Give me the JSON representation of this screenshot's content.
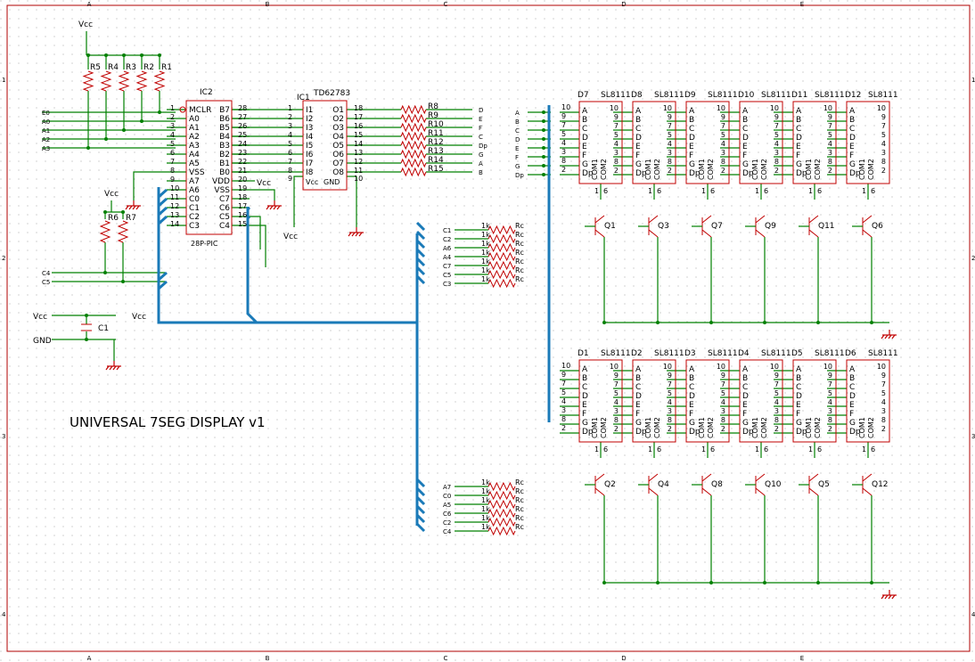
{
  "diagram": {
    "title": "UNIVERSAL 7SEG DISPLAY v1",
    "frame": {
      "cols": [
        "A",
        "B",
        "C",
        "D",
        "E"
      ],
      "rows": [
        "1",
        "2",
        "3",
        "4"
      ]
    },
    "power_labels": {
      "vcc": "Vcc",
      "gnd": "GND"
    },
    "resistors_top": [
      "R5",
      "R4",
      "R3",
      "R2",
      "R1"
    ],
    "left_inputs": [
      "E0",
      "A0",
      "A1",
      "A2",
      "A3"
    ],
    "pic": {
      "ref": "IC2",
      "type": "28P-PIC",
      "left_pins": [
        {
          "name": "MCLR",
          "num": "1"
        },
        {
          "name": "A0",
          "num": "2"
        },
        {
          "name": "A1",
          "num": "3"
        },
        {
          "name": "A2",
          "num": "4"
        },
        {
          "name": "A3",
          "num": "5"
        },
        {
          "name": "A4",
          "num": "6"
        },
        {
          "name": "A5",
          "num": "7"
        },
        {
          "name": "VSS",
          "num": "8"
        },
        {
          "name": "A7",
          "num": "9"
        },
        {
          "name": "A6",
          "num": "10"
        },
        {
          "name": "C0",
          "num": "11"
        },
        {
          "name": "C1",
          "num": "12"
        },
        {
          "name": "C2",
          "num": "13"
        },
        {
          "name": "C3",
          "num": "14"
        }
      ],
      "right_pins": [
        {
          "name": "B7",
          "num": "28"
        },
        {
          "name": "B6",
          "num": "27"
        },
        {
          "name": "B5",
          "num": "26"
        },
        {
          "name": "B4",
          "num": "25"
        },
        {
          "name": "B3",
          "num": "24"
        },
        {
          "name": "B2",
          "num": "23"
        },
        {
          "name": "B1",
          "num": "22"
        },
        {
          "name": "B0",
          "num": "21"
        },
        {
          "name": "VDD",
          "num": "20"
        },
        {
          "name": "VSS",
          "num": "19"
        },
        {
          "name": "C7",
          "num": "18"
        },
        {
          "name": "C6",
          "num": "17"
        },
        {
          "name": "C5",
          "num": "16"
        },
        {
          "name": "C4",
          "num": "15"
        }
      ]
    },
    "driver": {
      "ref": "IC1",
      "type": "TD62783",
      "in_pins": [
        {
          "name": "I1",
          "num": "1"
        },
        {
          "name": "I2",
          "num": "2"
        },
        {
          "name": "I3",
          "num": "3"
        },
        {
          "name": "I4",
          "num": "4"
        },
        {
          "name": "I5",
          "num": "5"
        },
        {
          "name": "I6",
          "num": "6"
        },
        {
          "name": "I7",
          "num": "7"
        },
        {
          "name": "I8",
          "num": "8"
        }
      ],
      "out_pins": [
        {
          "name": "O1",
          "num": "18"
        },
        {
          "name": "O2",
          "num": "17"
        },
        {
          "name": "O3",
          "num": "16"
        },
        {
          "name": "O4",
          "num": "15"
        },
        {
          "name": "O5",
          "num": "14"
        },
        {
          "name": "O6",
          "num": "13"
        },
        {
          "name": "O7",
          "num": "12"
        },
        {
          "name": "O8",
          "num": "11"
        }
      ],
      "bottom_left": "Vcc",
      "bottom_right": "GND",
      "pin9": "9",
      "pin10": "10"
    },
    "seg_resistors": [
      "R8",
      "R9",
      "R10",
      "R11",
      "R12",
      "R13",
      "R14",
      "R15"
    ],
    "seg_outputs": [
      "D",
      "E",
      "F",
      "C",
      "Dp",
      "G",
      "A",
      "B"
    ],
    "seg_inputs": [
      "A",
      "B",
      "C",
      "D",
      "E",
      "F",
      "G",
      "Dp"
    ],
    "bus_pins": [
      "10",
      "9",
      "7",
      "5",
      "4",
      "3",
      "8",
      "2"
    ],
    "small_res": [
      "R6",
      "R7"
    ],
    "c_labels": [
      "C4",
      "C5"
    ],
    "cap": "C1",
    "display_part": "SL8111",
    "display_segs": [
      "A",
      "B",
      "C",
      "D",
      "E",
      "F",
      "G",
      "Dp"
    ],
    "display_right_pins": [
      "10",
      "9",
      "7",
      "5",
      "4",
      "3",
      "8",
      "2"
    ],
    "display_com": [
      "COM1",
      "COM2"
    ],
    "display_com_pins": [
      "1",
      "6"
    ],
    "displays_top": [
      "D7",
      "D8",
      "D9",
      "D10",
      "D11",
      "D12"
    ],
    "displays_bottom": [
      "D1",
      "D2",
      "D3",
      "D4",
      "D5",
      "D6"
    ],
    "transistors_top": [
      "Q1",
      "Q3",
      "Q7",
      "Q9",
      "Q11",
      "Q6"
    ],
    "transistors_bottom": [
      "Q2",
      "Q4",
      "Q8",
      "Q10",
      "Q5",
      "Q12"
    ],
    "base_res_value": "1k",
    "base_res_label": "Rc",
    "base_signals_top": [
      "C1",
      "C2",
      "A6",
      "A4",
      "C7",
      "C5",
      "C3"
    ],
    "base_signals_bottom": [
      "A7",
      "C0",
      "A5",
      "C6",
      "C2",
      "C4"
    ]
  }
}
